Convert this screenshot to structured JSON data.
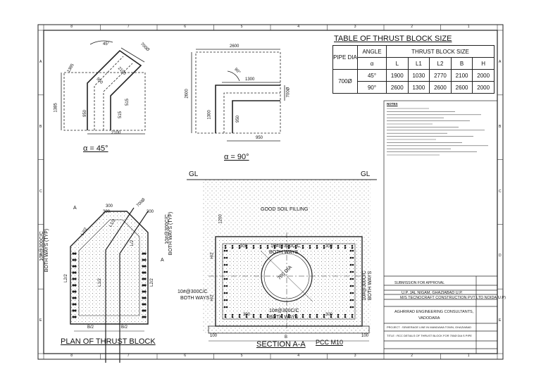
{
  "thrust_table": {
    "title": "TABLE OF THRUST BLOCK SIZE",
    "col_pipe_dia": "PIPE DIA",
    "col_angle": "ANGLE",
    "col_size": "THRUST BLOCK SIZE",
    "sub_alpha": "α",
    "sub_cols": [
      "L",
      "L1",
      "L2",
      "B",
      "H"
    ],
    "rows": [
      {
        "dia": "700Ø",
        "angle": "45°",
        "values": [
          "1900",
          "1030",
          "2770",
          "2100",
          "2000"
        ]
      },
      {
        "dia": "",
        "angle": "90°",
        "values": [
          "2600",
          "1300",
          "2600",
          "2600",
          "2000"
        ]
      }
    ]
  },
  "views": {
    "alpha45": "α = 45°",
    "alpha90": "α = 90°",
    "plan_title": "PLAN OF THRUST BLOCK",
    "section_title": "SECTION A-A",
    "pcc": "PCC M10"
  },
  "dims45": {
    "angle": "45°",
    "d700": "700Ø",
    "d1385a": "1385",
    "d2100a": "2100",
    "d950": "950",
    "d1385b": "1385",
    "d950b": "950",
    "d515a": "515",
    "d515b": "515",
    "d2100b": "2100"
  },
  "dims90": {
    "d2600top": "2600",
    "d2600left": "2600",
    "angle": "90°",
    "d1300a": "1300",
    "d1300b": "1300",
    "d950": "950",
    "d700": "700Ø",
    "d950b": "950"
  },
  "section": {
    "gl_left": "GL",
    "gl_right": "GL",
    "good_soil": "GOOD SOIL FILLING",
    "d1200": "1200",
    "h2a": "H/2",
    "h2b": "H/2",
    "d300tl": "300",
    "d300tr": "300",
    "d300bl": "300",
    "d300br": "300",
    "rebar_top": "10#@300C/C",
    "rebar_top_2": "BOTH WAYS",
    "rebar_bot": "10#@300C/C",
    "rebar_bot_2": "BOTH WAYS",
    "rebar_left": "10#@300C/C",
    "rebar_left_2": "BOTH WAYS",
    "rebar_right": "10#@300C/C",
    "rebar_right_2": "BOTH WAYS",
    "pipe": "700 DIA",
    "d100l": "100",
    "d100r": "100",
    "dB": "B"
  },
  "plan": {
    "d700": "700Ø",
    "d300a": "300",
    "d300b": "300",
    "d300c": "300",
    "L22a": "L2/2",
    "L22b": "L2/2",
    "L12a": "L1/2",
    "L12b": "L1/2",
    "L2": "L/2",
    "L22c": "L2/2",
    "B2a": "B/2",
    "B2b": "B/2",
    "rebar_left": "10#@300C/C",
    "rebar_left_2": "BOTH WAYS (TYP)",
    "rebar_right": "10#@300C/C",
    "rebar_right_2": "BOTH WAYS (TYP)",
    "markA1": "A",
    "markA2": "A"
  },
  "notes_title": "NOTES",
  "title_block": {
    "client": "U.P. JAL NIGAM, GHAZIABAD U.P.",
    "contractor": "M/S TECNOCRAFT CONSTRUCTION PVT LTD NOIDA(U.P)",
    "consultant": "AGHRIRAD ENGINEERING CONSULTANTS,",
    "consultant_city": "VADODARA",
    "project": "PROJECT : SEWERAGE LINE IN MANDAWA TOWN, GHAZIABAD",
    "drawing_title": "TITLE : RCC DETAILS OF THRUST BLOCK FOR 700Ø DIA S PIPE",
    "issued": "SUBMISSION FOR APPROVAL"
  },
  "grid": {
    "cols_top": [
      "8",
      "7",
      "6",
      "5",
      "4",
      "3",
      "2",
      "1"
    ],
    "rows_side": [
      "A",
      "B",
      "C",
      "D",
      "E"
    ]
  }
}
